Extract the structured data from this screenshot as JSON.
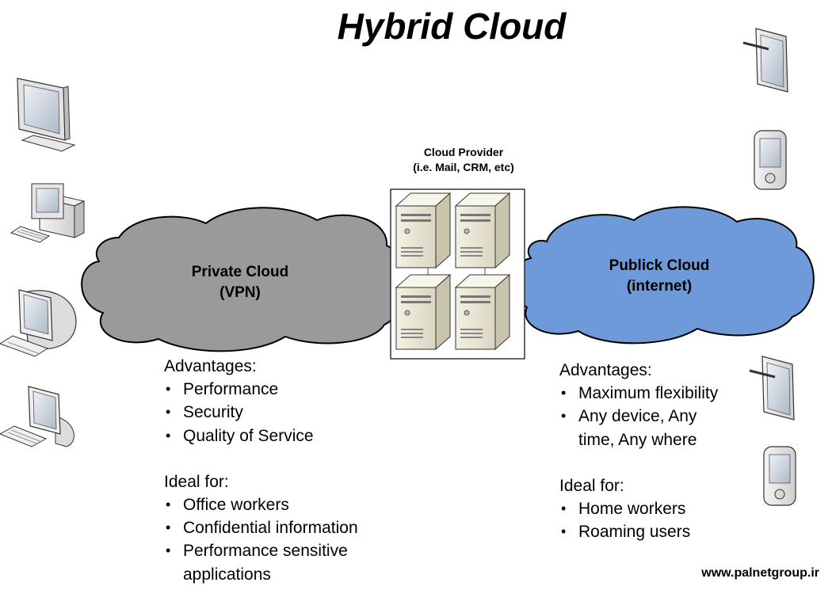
{
  "title": "Hybrid Cloud",
  "provider": {
    "line1": "Cloud Provider",
    "line2": "(i.e. Mail, CRM, etc)"
  },
  "private_cloud": {
    "line1": "Private Cloud",
    "line2": "(VPN)",
    "color": "#9a9a9a",
    "advantages_heading": "Advantages:",
    "advantages": [
      "Performance",
      "Security",
      "Quality of Service"
    ],
    "ideal_heading": "Ideal for:",
    "ideal": [
      "Office workers",
      "Confidential information",
      "Performance sensitive applications"
    ]
  },
  "public_cloud": {
    "line1": "Publick Cloud",
    "line2": "(internet)",
    "color": "#6f9ad9",
    "advantages_heading": "Advantages:",
    "advantages": [
      "Maximum flexibility",
      "Any device, Any time, Any where"
    ],
    "ideal_heading": "Ideal for:",
    "ideal": [
      "Home workers",
      "Roaming users"
    ]
  },
  "website": "www.palnetgroup.ir",
  "icons": {
    "left_devices": [
      "lcd-monitor-icon",
      "desktop-pc-icon",
      "imac-computer-icon",
      "monitor-keyboard-icon"
    ],
    "right_devices": [
      "tablet-pen-icon",
      "pda-device-icon",
      "tablet-pen-icon",
      "pda-device-icon"
    ],
    "servers": [
      "server-tower-icon",
      "server-tower-icon",
      "server-tower-icon",
      "server-tower-icon"
    ]
  }
}
